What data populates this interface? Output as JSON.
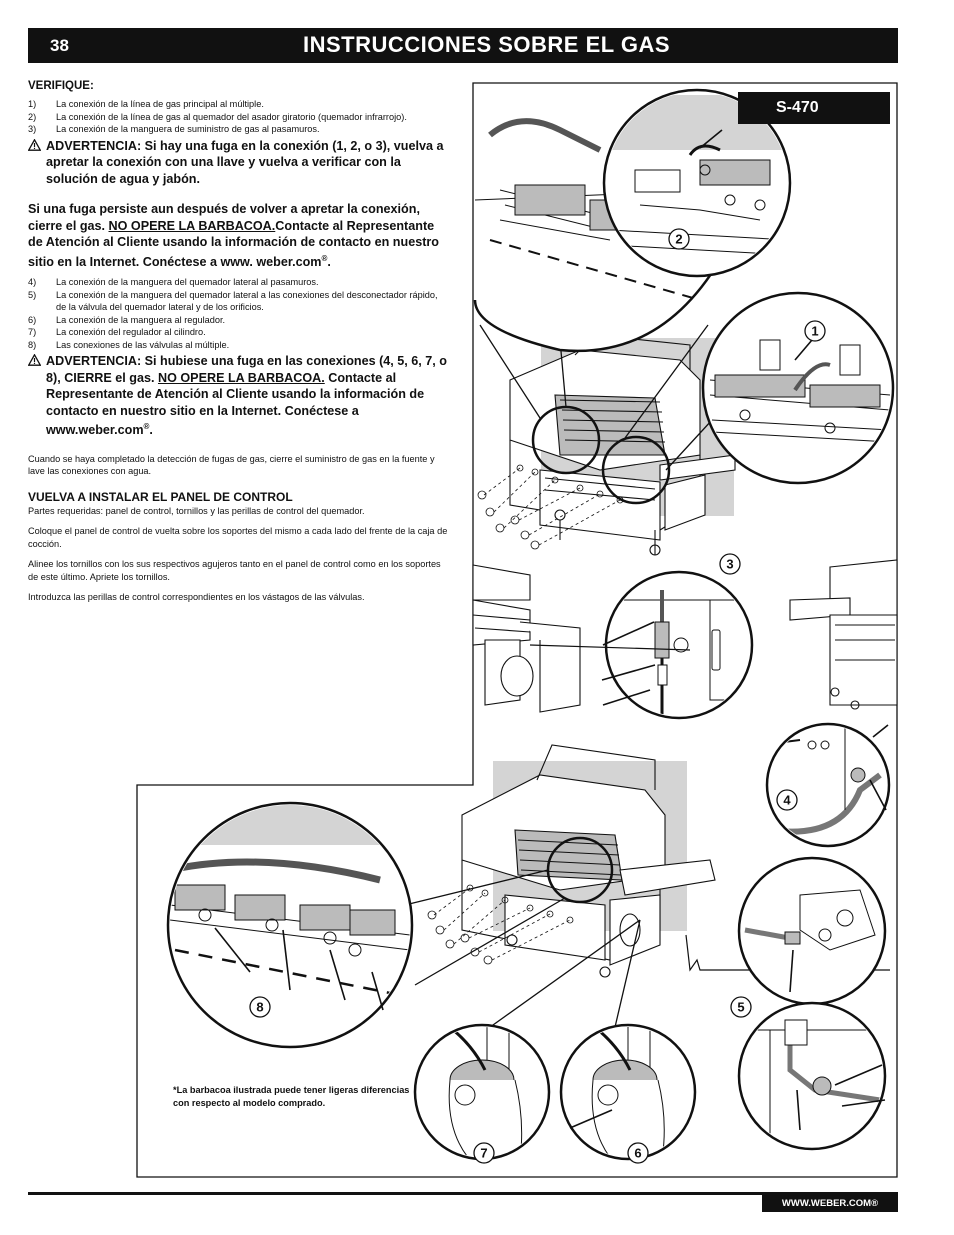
{
  "header": {
    "page_number": "38",
    "title": "INSTRUCCIONES SOBRE EL GAS"
  },
  "verify": {
    "heading": "VERIFIQUE:",
    "items_a": [
      {
        "n": "1)",
        "text": "La conexión  de la línea de gas principal al múltiple."
      },
      {
        "n": "2)",
        "text": "La conexión de la línea de gas al quemador del asador giratorio (quemador infrarrojo)."
      },
      {
        "n": "3)",
        "text": "La conexión de la manguera de suministro de gas al pasamuros."
      }
    ],
    "warning_1": "ADVERTENCIA: Si hay una fuga en la conexión (1, 2, o 3), vuelva a apretar la conexión con una llave y vuelva a verificar con la solución de agua y jabón.",
    "leak_para_a": "Si una fuga persiste aun después de volver a apretar la conexión, cierre el gas. ",
    "leak_para_u": "NO OPERE LA BARBACOA.",
    "leak_para_b": "Contacte al Representante de Atención al Cliente usando la información de contacto en nuestro sitio en la Internet. Conéctese a www. weber.com",
    "reg_mark": "®",
    "period": ".",
    "items_b": [
      {
        "n": "4)",
        "text": "La conexión de la manguera del quemador lateral al pasamuros."
      },
      {
        "n": "5)",
        "text": "La conexión de la manguera del quemador lateral a las conexiones del desconectador rápido, de la válvula del quemador lateral y de los orificios."
      },
      {
        "n": "6)",
        "text": "La conexión de la manguera al regulador."
      },
      {
        "n": "7)",
        "text": "La conexión del regulador al cilindro."
      },
      {
        "n": "8)",
        "text": "Las conexiones de las válvulas al múltiple."
      }
    ],
    "warning_2_a": "ADVERTENCIA: Si hubiese una fuga en las conexiones (4, 5, 6, 7, o 8), CIERRE el gas. ",
    "warning_2_u": "NO OPERE LA BARBACOA.",
    "warning_2_b": " Contacte al Representante de Atención al Cliente usando la información de contacto en nuestro sitio en la Internet. Conéctese a www.weber.com",
    "done_para": "Cuando se haya completado la detección de fugas de gas, cierre el suministro de gas en la fuente y lave las conexiones con agua."
  },
  "reinstall": {
    "heading": "VUELVA A INSTALAR EL PANEL DE CONTROL",
    "parts": "Partes requeridas: panel de control, tornillos y las perillas de control del quemador.",
    "p1": "Coloque el panel de control de vuelta sobre los soportes del mismo a cada lado del frente de la caja de cocción.",
    "p2": "Alinee los tornillos con los sus respectivos agujeros tanto en el panel de control como en los soportes de este último. Apriete los tornillos.",
    "p3": "Introduzca las perillas de control correspondientes en los vástagos de las válvulas."
  },
  "model_badge": "S-470",
  "callouts": [
    "1",
    "2",
    "3",
    "4",
    "5",
    "6",
    "7",
    "8"
  ],
  "footnote": "*La barbacoa ilustrada puede tener ligeras diferencias con respecto al modelo comprado.",
  "footer": {
    "url": "WWW.WEBER.COM®"
  },
  "icons": {
    "warning": "warning-triangle-icon"
  },
  "colors": {
    "ink": "#111111",
    "shade": "#d4d4d4",
    "paper": "#ffffff"
  }
}
